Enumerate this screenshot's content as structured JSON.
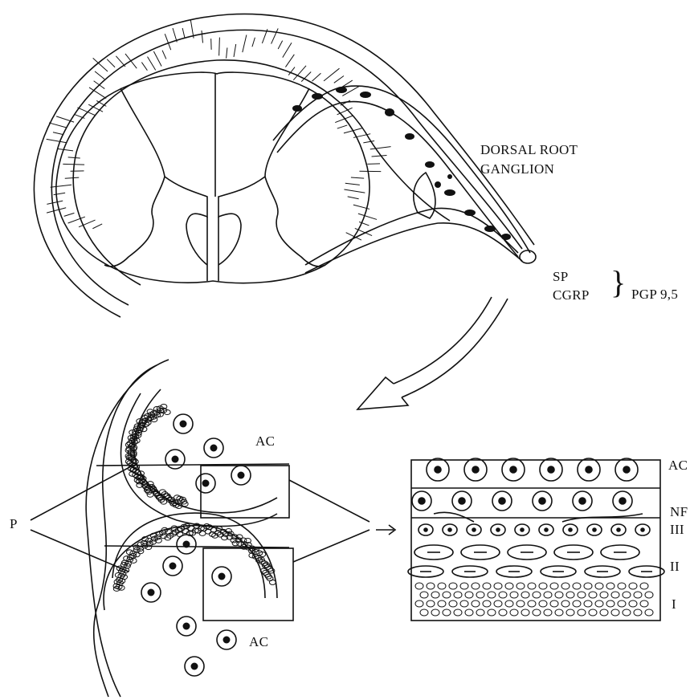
{
  "labels": {
    "dorsal_root_line1": "DORSAL ROOT",
    "dorsal_root_line2": "GANGLION",
    "sp": "SP",
    "cgrp": "CGRP",
    "pgp": "PGP 9,5",
    "ac_top": "AC",
    "ac_bottom": "AC",
    "p": "P",
    "inset_ac": "AC",
    "inset_nf": "NF",
    "inset_iii": "III",
    "inset_ii": "II",
    "inset_i": "I"
  },
  "colors": {
    "ink": "#111111",
    "paper": "#ffffff"
  }
}
